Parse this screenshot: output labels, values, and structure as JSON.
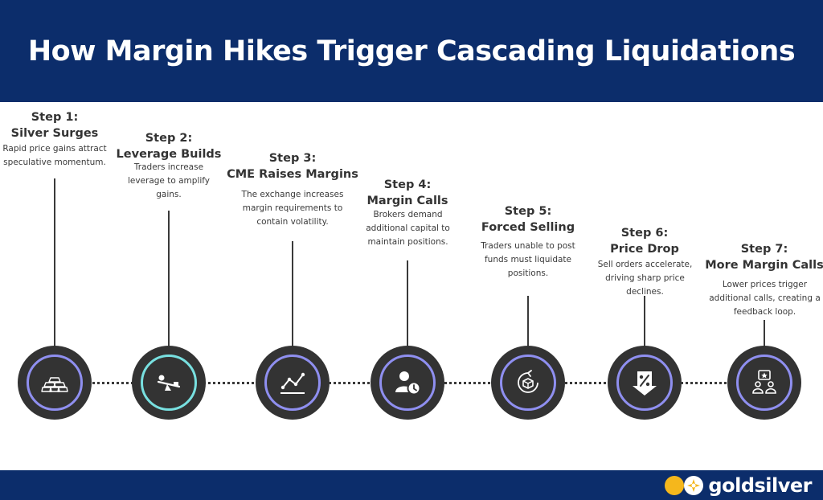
{
  "title": "How Margin Hikes Trigger Cascading Liquidations",
  "brand": {
    "name": "goldsilver",
    "gold": "#f5b71c",
    "navy": "#0c2d6b"
  },
  "colors": {
    "ring_purple": "#8f8ff0",
    "ring_teal": "#78e0e0",
    "node": "#333333"
  },
  "steps": [
    {
      "number": "Step 1:",
      "title": "Silver Surges",
      "description": "Rapid price gains attract speculative momentum.",
      "icon": "silver-bars-icon"
    },
    {
      "number": "Step 2:",
      "title": "Leverage Builds",
      "description": "Traders increase leverage to amplify gains.",
      "icon": "seesaw-lever-icon"
    },
    {
      "number": "Step 3:",
      "title": "CME Raises Margins",
      "description": "The exchange increases margin requirements to contain volatility.",
      "icon": "line-chart-icon"
    },
    {
      "number": "Step 4:",
      "title": "Margin Calls",
      "description": "Brokers demand additional capital to maintain positions.",
      "icon": "user-phone-icon"
    },
    {
      "number": "Step 5:",
      "title": "Forced Selling",
      "description": "Traders unable to post funds must liquidate positions.",
      "icon": "cycle-box-icon"
    },
    {
      "number": "Step 6:",
      "title": "Price Drop",
      "description": "Sell orders accelerate, driving sharp price declines.",
      "icon": "percent-down-icon"
    },
    {
      "number": "Step 7:",
      "title": "More Margin Calls",
      "description": "Lower prices trigger additional calls, creating a feedback loop.",
      "icon": "group-star-icon"
    }
  ]
}
